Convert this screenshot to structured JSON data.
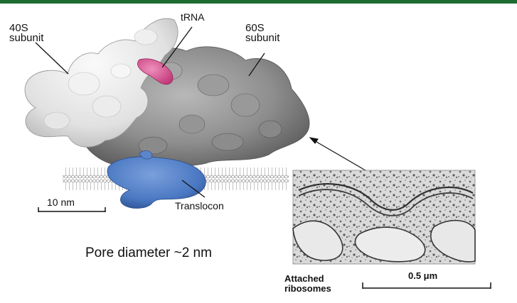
{
  "header_bar_color": "#1d6b33",
  "labels": {
    "subunit_40s": [
      "40S",
      "subunit"
    ],
    "trna": "tRNA",
    "subunit_60s": [
      "60S",
      "subunit"
    ],
    "scale_bar_left": "10 nm",
    "translocon": "Translocon",
    "pore_diameter": "Pore diameter ~2 nm",
    "attached_ribosomes": [
      "Attached",
      "ribosomes"
    ],
    "scale_bar_right": "0.5 μm"
  },
  "colors": {
    "subunit_40s": "#e2e2e2",
    "subunit_60s": "#8a8a8a",
    "trna": "#d64b8c",
    "translocon": "#4a78c2",
    "membrane": "#bdbdbd",
    "micrograph_bg": "#dcdcdc"
  }
}
